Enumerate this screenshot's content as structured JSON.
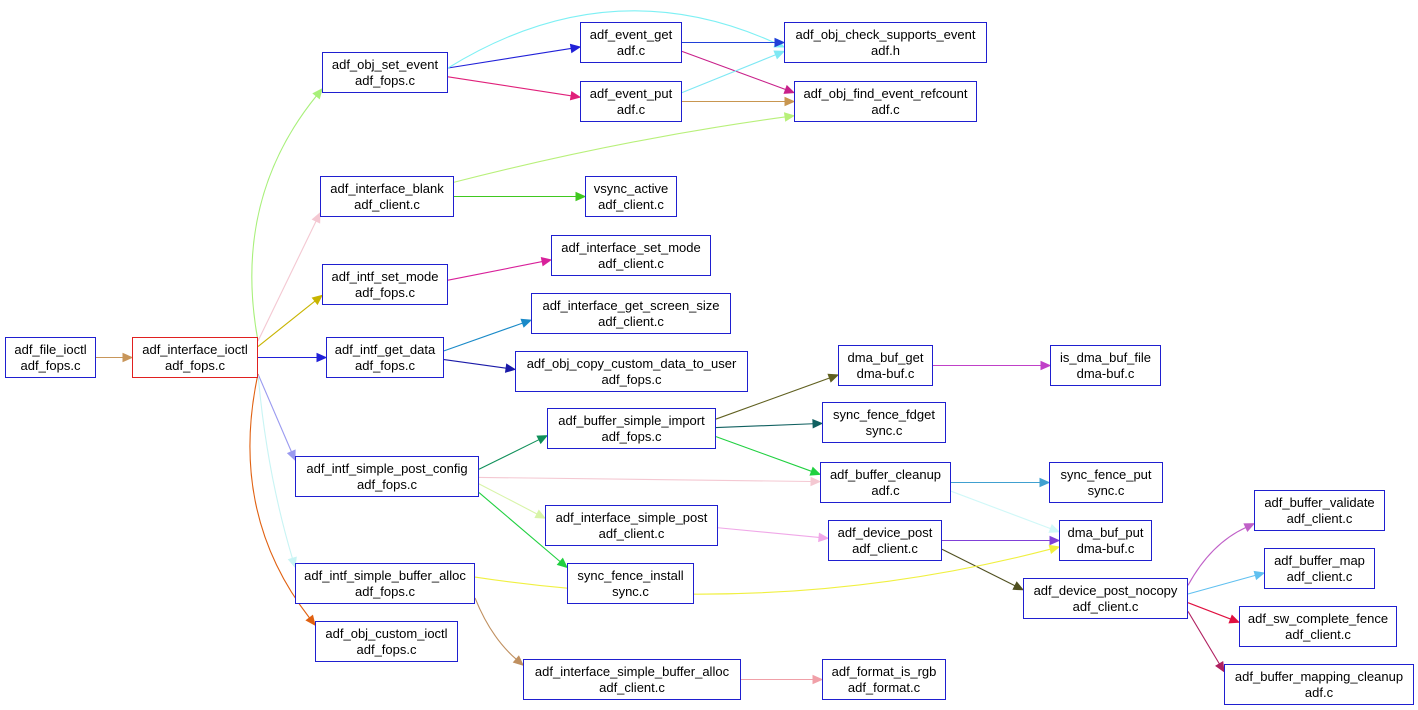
{
  "graph": {
    "nodes": [
      {
        "id": "file_ioctl",
        "name": "adf_file_ioctl",
        "file": "adf_fops.c"
      },
      {
        "id": "iface_ioctl",
        "name": "adf_interface_ioctl",
        "file": "adf_fops.c",
        "root": true
      },
      {
        "id": "obj_set_event",
        "name": "adf_obj_set_event",
        "file": "adf_fops.c"
      },
      {
        "id": "event_get",
        "name": "adf_event_get",
        "file": "adf.c"
      },
      {
        "id": "event_put",
        "name": "adf_event_put",
        "file": "adf.c"
      },
      {
        "id": "check_supports",
        "name": "adf_obj_check_supports_event",
        "file": "adf.h"
      },
      {
        "id": "find_refcount",
        "name": "adf_obj_find_event_refcount",
        "file": "adf.c"
      },
      {
        "id": "iface_blank",
        "name": "adf_interface_blank",
        "file": "adf_client.c"
      },
      {
        "id": "vsync_active",
        "name": "vsync_active",
        "file": "adf_client.c"
      },
      {
        "id": "intf_set_mode",
        "name": "adf_intf_set_mode",
        "file": "adf_fops.c"
      },
      {
        "id": "iface_set_mode",
        "name": "adf_interface_set_mode",
        "file": "adf_client.c"
      },
      {
        "id": "intf_get_data",
        "name": "adf_intf_get_data",
        "file": "adf_fops.c"
      },
      {
        "id": "get_screen_size",
        "name": "adf_interface_get_screen_size",
        "file": "adf_client.c"
      },
      {
        "id": "copy_custom",
        "name": "adf_obj_copy_custom_data_to_user",
        "file": "adf_fops.c"
      },
      {
        "id": "dma_buf_get",
        "name": "dma_buf_get",
        "file": "dma-buf.c"
      },
      {
        "id": "is_dma_buf_file",
        "name": "is_dma_buf_file",
        "file": "dma-buf.c"
      },
      {
        "id": "buf_simple_import",
        "name": "adf_buffer_simple_import",
        "file": "adf_fops.c"
      },
      {
        "id": "fence_fdget",
        "name": "sync_fence_fdget",
        "file": "sync.c"
      },
      {
        "id": "simple_post_config",
        "name": "adf_intf_simple_post_config",
        "file": "adf_fops.c"
      },
      {
        "id": "buffer_cleanup",
        "name": "adf_buffer_cleanup",
        "file": "adf.c"
      },
      {
        "id": "fence_put",
        "name": "sync_fence_put",
        "file": "sync.c"
      },
      {
        "id": "iface_simple_post",
        "name": "adf_interface_simple_post",
        "file": "adf_client.c"
      },
      {
        "id": "device_post",
        "name": "adf_device_post",
        "file": "adf_client.c"
      },
      {
        "id": "dma_buf_put",
        "name": "dma_buf_put",
        "file": "dma-buf.c"
      },
      {
        "id": "buffer_validate",
        "name": "adf_buffer_validate",
        "file": "adf_client.c"
      },
      {
        "id": "fence_install",
        "name": "sync_fence_install",
        "file": "sync.c"
      },
      {
        "id": "buffer_map",
        "name": "adf_buffer_map",
        "file": "adf_client.c"
      },
      {
        "id": "simple_buffer_alloc",
        "name": "adf_intf_simple_buffer_alloc",
        "file": "adf_fops.c"
      },
      {
        "id": "post_nocopy",
        "name": "adf_device_post_nocopy",
        "file": "adf_client.c"
      },
      {
        "id": "sw_complete_fence",
        "name": "adf_sw_complete_fence",
        "file": "adf_client.c"
      },
      {
        "id": "obj_custom_ioctl",
        "name": "adf_obj_custom_ioctl",
        "file": "adf_fops.c"
      },
      {
        "id": "buffer_mapping_cleanup",
        "name": "adf_buffer_mapping_cleanup",
        "file": "adf.c"
      },
      {
        "id": "iface_simple_buffer_alloc",
        "name": "adf_interface_simple_buffer_alloc",
        "file": "adf_client.c"
      },
      {
        "id": "format_is_rgb",
        "name": "adf_format_is_rgb",
        "file": "adf_format.c"
      }
    ],
    "edges": [
      {
        "from": "file_ioctl",
        "to": "iface_ioctl",
        "color": "#c8965a"
      },
      {
        "from": "iface_ioctl",
        "to": "obj_set_event",
        "color": "#a8f07a"
      },
      {
        "from": "iface_ioctl",
        "to": "iface_blank",
        "color": "#f4c8d2"
      },
      {
        "from": "iface_ioctl",
        "to": "intf_set_mode",
        "color": "#c8b400"
      },
      {
        "from": "iface_ioctl",
        "to": "intf_get_data",
        "color": "#2020d8"
      },
      {
        "from": "iface_ioctl",
        "to": "simple_post_config",
        "color": "#9a9af0"
      },
      {
        "from": "iface_ioctl",
        "to": "simple_buffer_alloc",
        "color": "#c8f4f4"
      },
      {
        "from": "iface_ioctl",
        "to": "obj_custom_ioctl",
        "color": "#e06010"
      },
      {
        "from": "obj_set_event",
        "to": "event_get",
        "color": "#2020d8"
      },
      {
        "from": "obj_set_event",
        "to": "event_put",
        "color": "#e0207a"
      },
      {
        "from": "obj_set_event",
        "to": "check_supports",
        "color": "#7ef0f4"
      },
      {
        "from": "event_get",
        "to": "check_supports",
        "color": "#2040d8"
      },
      {
        "from": "event_get",
        "to": "find_refcount",
        "color": "#c8208a"
      },
      {
        "from": "event_put",
        "to": "check_supports",
        "color": "#7ee8f4"
      },
      {
        "from": "event_put",
        "to": "find_refcount",
        "color": "#c89650"
      },
      {
        "from": "iface_blank",
        "to": "find_refcount",
        "color": "#b8f07a"
      },
      {
        "from": "iface_blank",
        "to": "vsync_active",
        "color": "#40c820"
      },
      {
        "from": "intf_set_mode",
        "to": "iface_set_mode",
        "color": "#d8209a"
      },
      {
        "from": "intf_get_data",
        "to": "get_screen_size",
        "color": "#1a8ac8"
      },
      {
        "from": "intf_get_data",
        "to": "copy_custom",
        "color": "#1a1aa8"
      },
      {
        "from": "simple_post_config",
        "to": "buf_simple_import",
        "color": "#10905a"
      },
      {
        "from": "simple_post_config",
        "to": "buffer_cleanup",
        "color": "#f4c8d2"
      },
      {
        "from": "simple_post_config",
        "to": "iface_simple_post",
        "color": "#d8f4a8"
      },
      {
        "from": "simple_post_config",
        "to": "fence_install",
        "color": "#20d040"
      },
      {
        "from": "buf_simple_import",
        "to": "dma_buf_get",
        "color": "#606020"
      },
      {
        "from": "buf_simple_import",
        "to": "fence_fdget",
        "color": "#106060"
      },
      {
        "from": "buf_simple_import",
        "to": "buffer_cleanup",
        "color": "#20d040"
      },
      {
        "from": "dma_buf_get",
        "to": "is_dma_buf_file",
        "color": "#c040c8"
      },
      {
        "from": "buffer_cleanup",
        "to": "fence_put",
        "color": "#40a0d0"
      },
      {
        "from": "buffer_cleanup",
        "to": "dma_buf_put",
        "color": "#d0f8f8"
      },
      {
        "from": "iface_simple_post",
        "to": "device_post",
        "color": "#f0a8e8"
      },
      {
        "from": "device_post",
        "to": "dma_buf_put",
        "color": "#8040d8"
      },
      {
        "from": "device_post",
        "to": "post_nocopy",
        "color": "#505020"
      },
      {
        "from": "simple_buffer_alloc",
        "to": "dma_buf_put",
        "color": "#f0f040"
      },
      {
        "from": "simple_buffer_alloc",
        "to": "iface_simple_buffer_alloc",
        "color": "#c09060"
      },
      {
        "from": "post_nocopy",
        "to": "buffer_validate",
        "color": "#c060c8"
      },
      {
        "from": "post_nocopy",
        "to": "buffer_map",
        "color": "#60c0f0"
      },
      {
        "from": "post_nocopy",
        "to": "sw_complete_fence",
        "color": "#e01040"
      },
      {
        "from": "post_nocopy",
        "to": "buffer_mapping_cleanup",
        "color": "#b02060"
      },
      {
        "from": "iface_simple_buffer_alloc",
        "to": "format_is_rgb",
        "color": "#f0a0a8"
      }
    ]
  },
  "colors": {
    "node_border": "#1f1fd0",
    "root_border": "#e02020",
    "background": "#ffffff"
  }
}
